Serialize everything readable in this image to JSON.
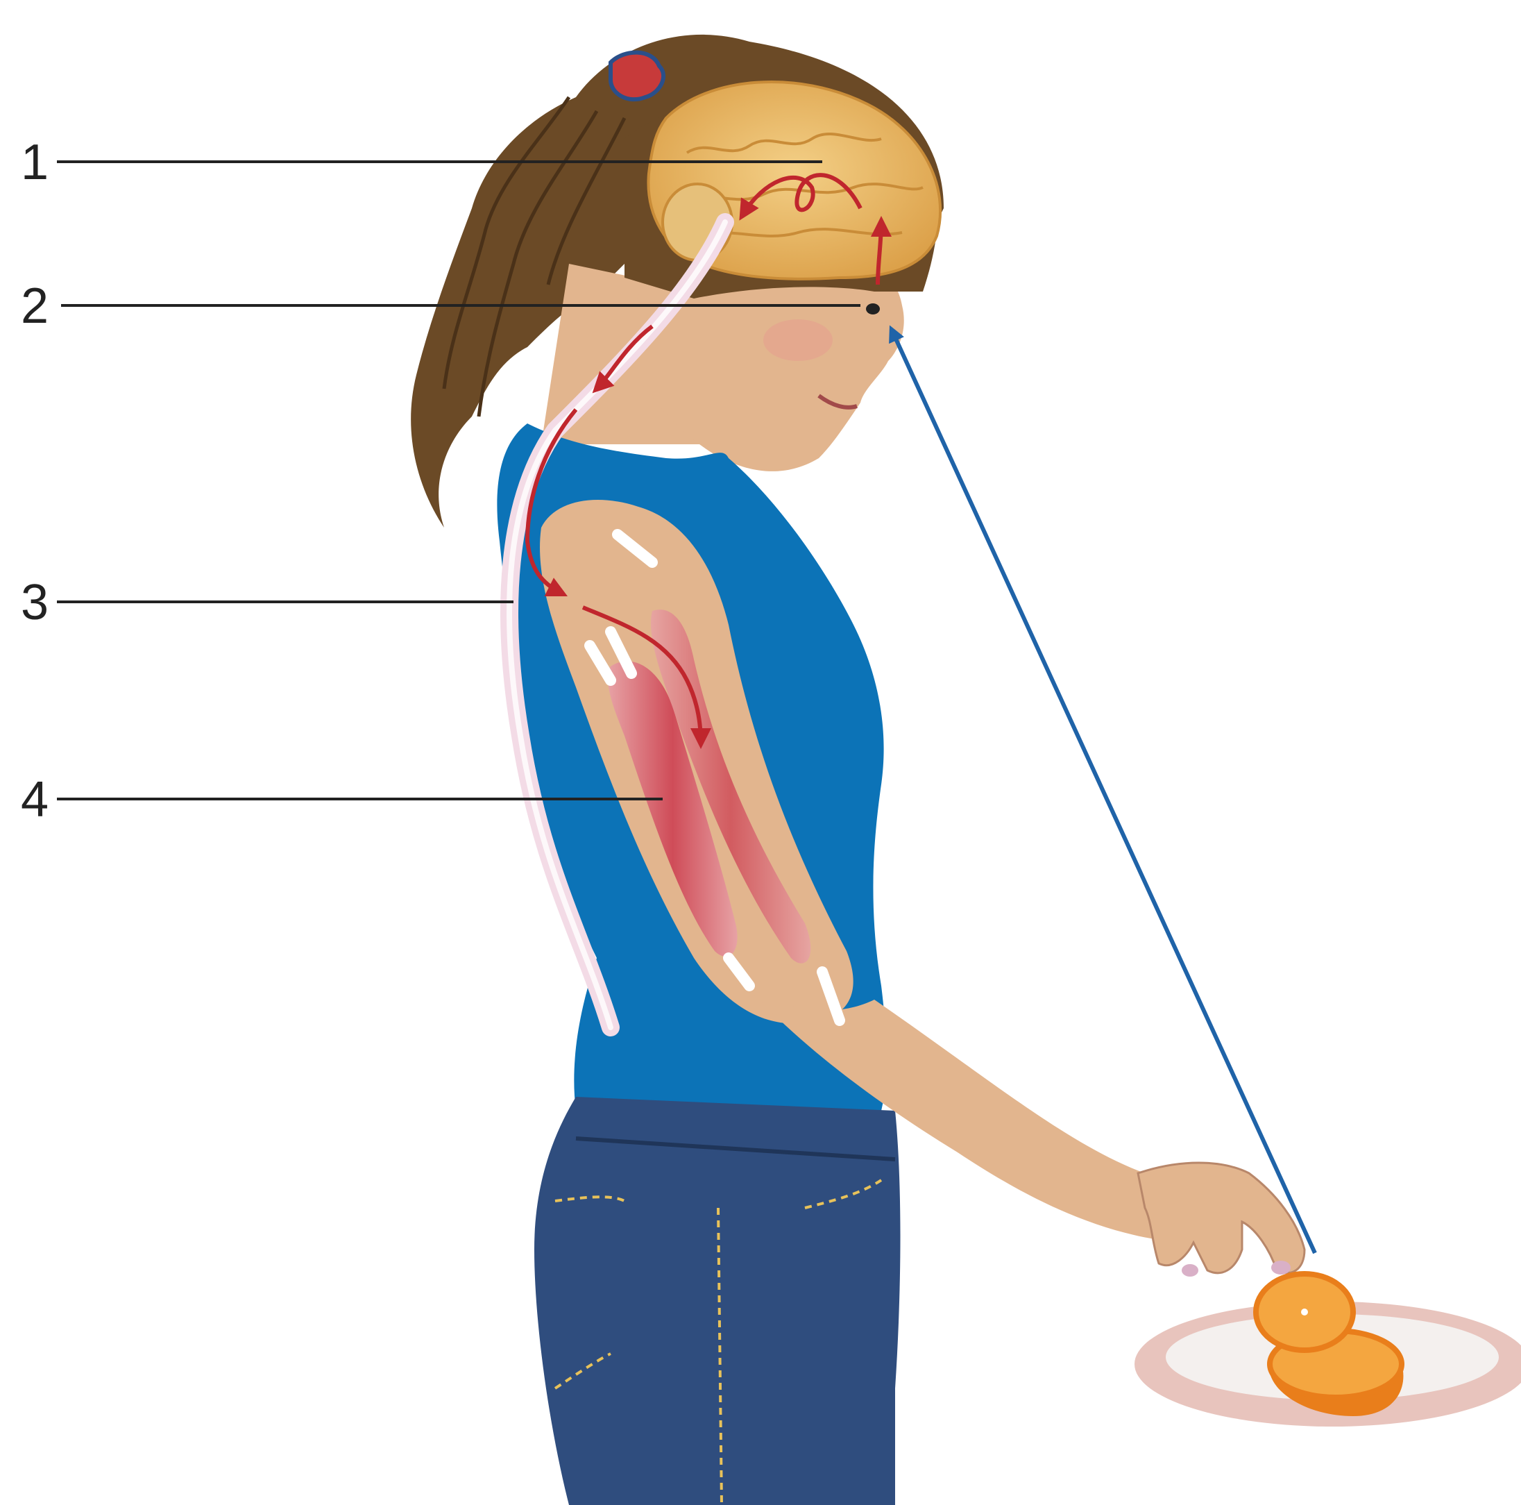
{
  "labels": [
    {
      "id": "1",
      "text": "1"
    },
    {
      "id": "2",
      "text": "2"
    },
    {
      "id": "3",
      "text": "3"
    },
    {
      "id": "4",
      "text": "4"
    }
  ],
  "colors": {
    "nerve_signal": "#c0262d",
    "visual_signal": "#1f63a8",
    "skin": "#e2b58e",
    "shirt": "#0c73b7",
    "jeans": "#2f4d7e",
    "hair": "#6b4a26",
    "brain": "#e8b75a",
    "spinal_cord": "#f3dbe6",
    "muscle": "#d9636d",
    "orange": "#f08c22",
    "plate": "#f0e4e0"
  },
  "icons": {
    "hair_tie": "hair-tie-icon"
  }
}
